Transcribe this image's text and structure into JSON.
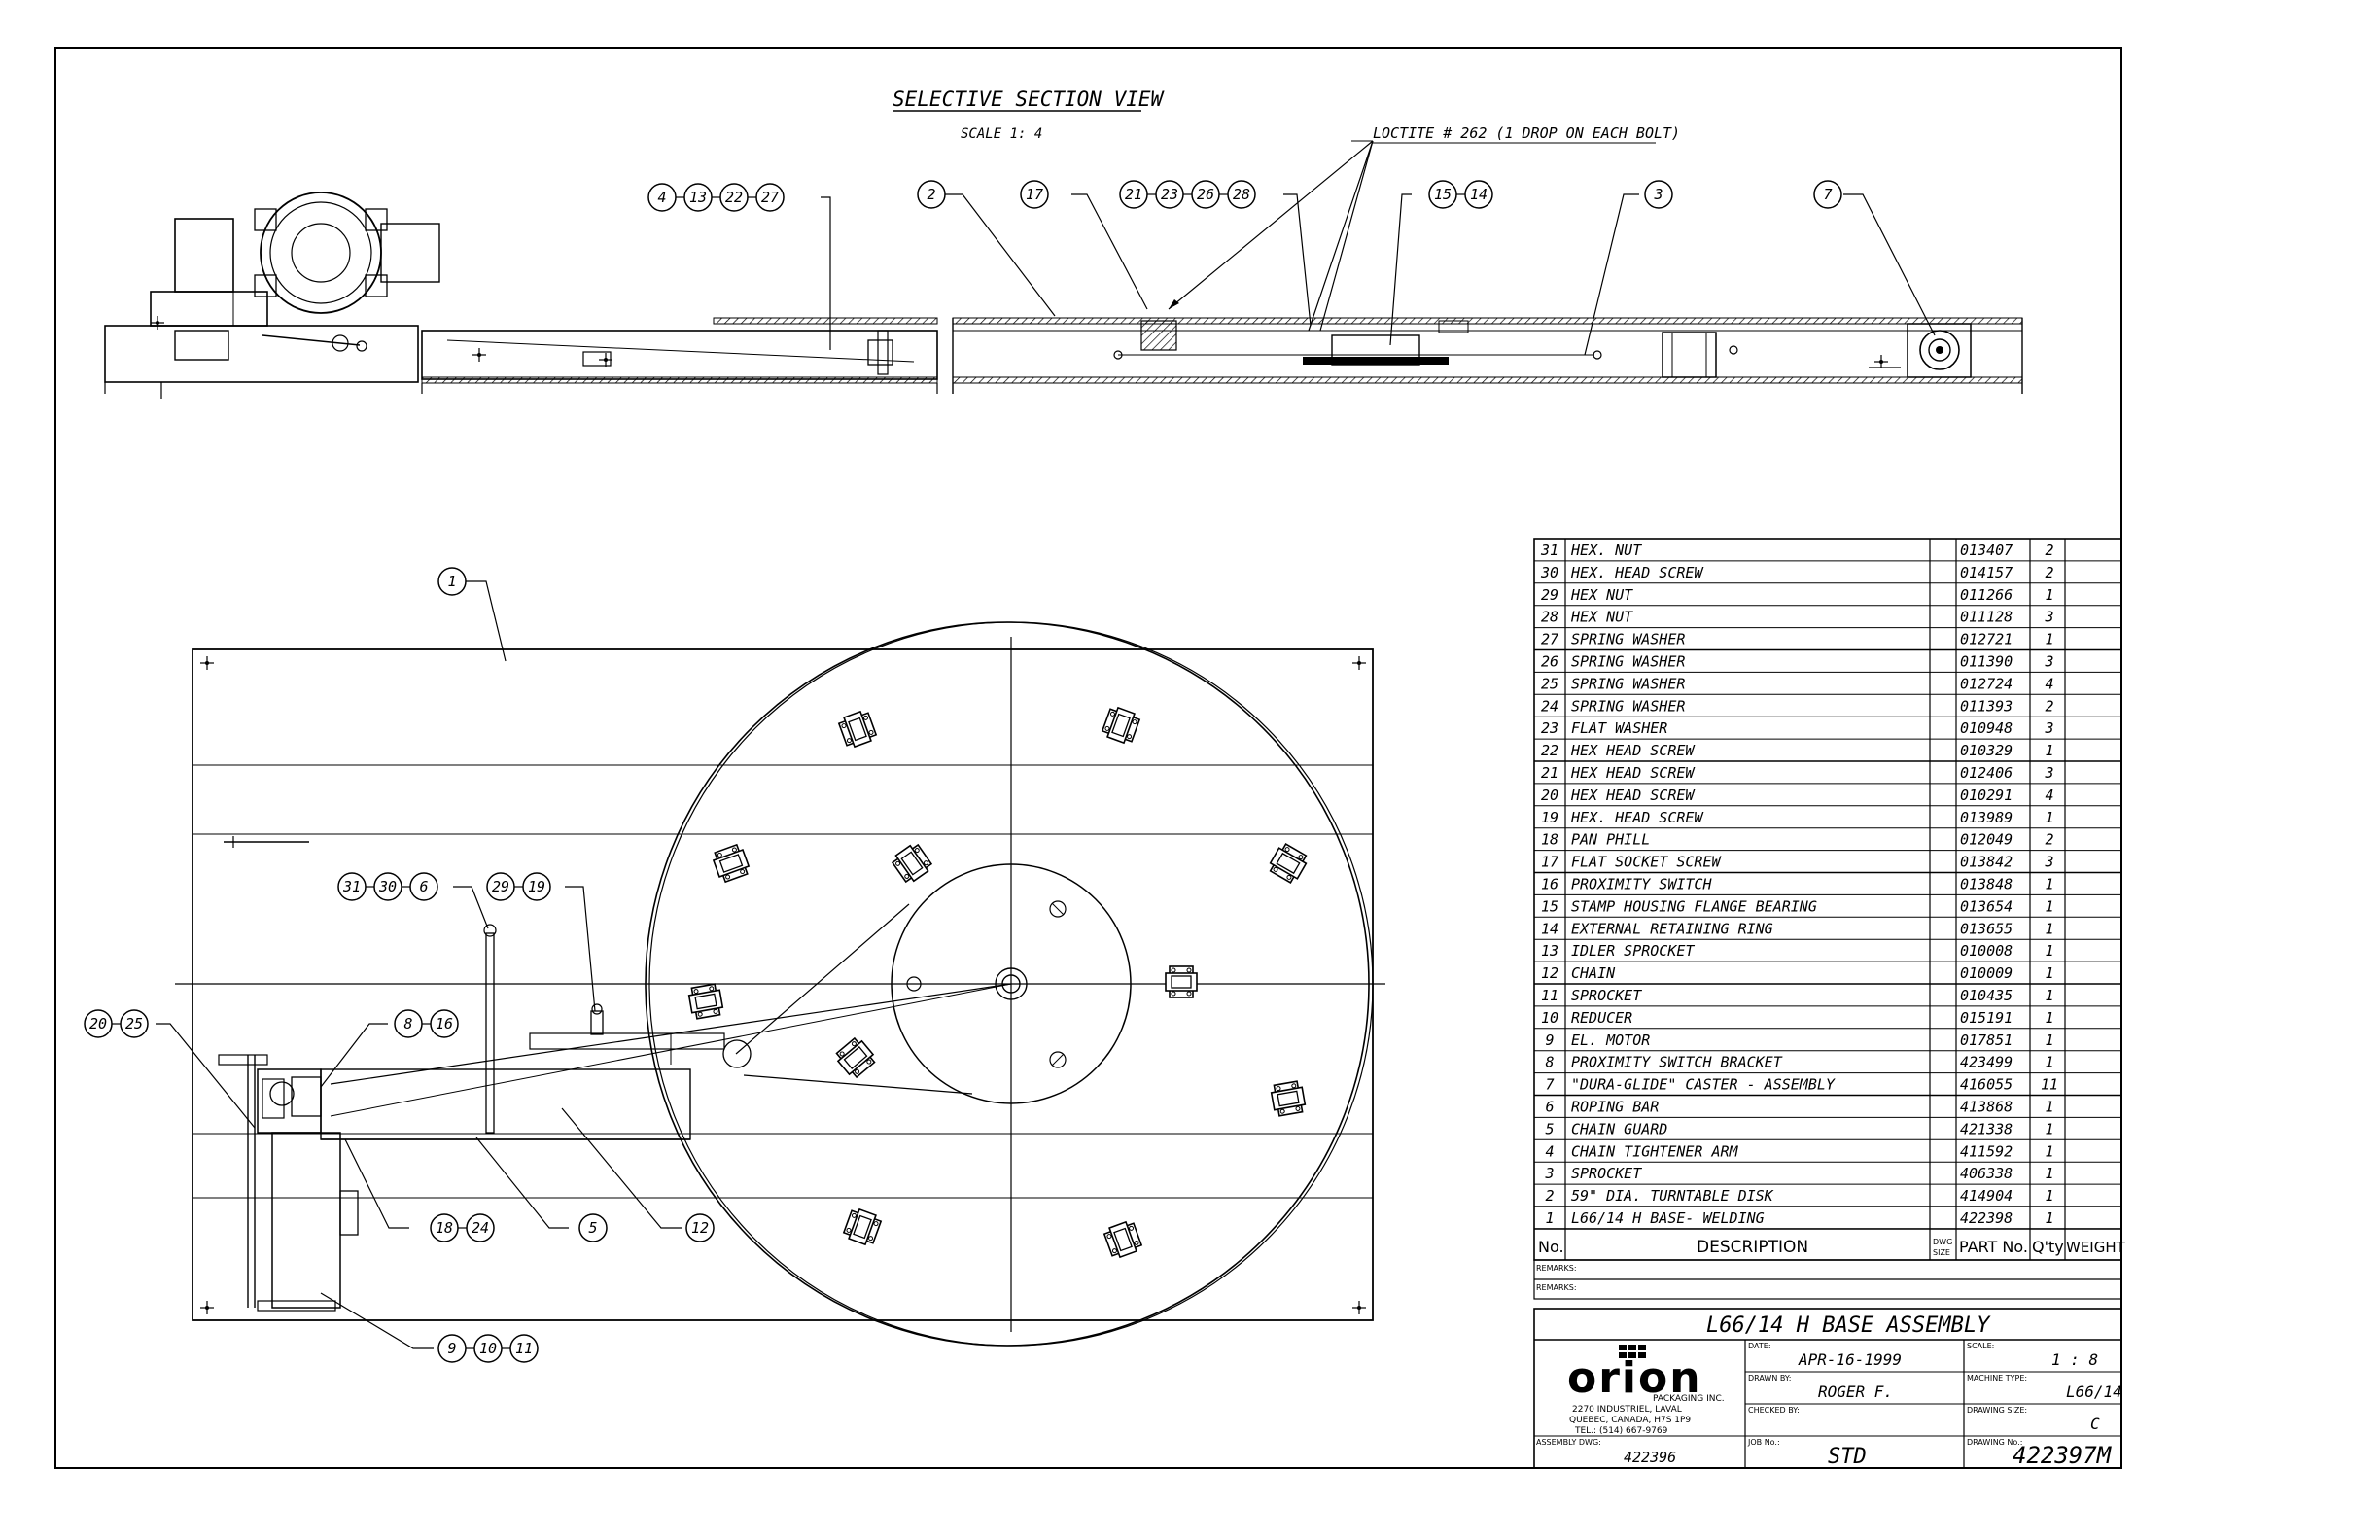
{
  "section": {
    "title": "SELECTIVE SECTION VIEW",
    "scale": "SCALE 1: 4",
    "loctite_note": "LOCTITE # 262 (1 DROP ON EACH BOLT)",
    "balloon_groups": [
      [
        "4",
        "13",
        "22",
        "27"
      ],
      [
        "2"
      ],
      [
        "17"
      ],
      [
        "21",
        "23",
        "26",
        "28"
      ],
      [
        "15",
        "14"
      ],
      [
        "3"
      ],
      [
        "7"
      ]
    ]
  },
  "plan": {
    "balloon_groups": [
      [
        "1"
      ],
      [
        "31",
        "30",
        "6"
      ],
      [
        "29",
        "19"
      ],
      [
        "20",
        "25"
      ],
      [
        "8",
        "16"
      ],
      [
        "18",
        "24"
      ],
      [
        "5"
      ],
      [
        "12"
      ],
      [
        "9",
        "10",
        "11"
      ]
    ]
  },
  "bom": {
    "headers": {
      "no": "No.",
      "description": "DESCRIPTION",
      "dwg_size": "DWG SIZE",
      "part_no": "PART No.",
      "qty": "Q'ty",
      "weight": "WEIGHT"
    },
    "rows": [
      {
        "no": "31",
        "description": "HEX. NUT",
        "part": "013407",
        "qty": "2"
      },
      {
        "no": "30",
        "description": "HEX. HEAD SCREW",
        "part": "014157",
        "qty": "2"
      },
      {
        "no": "29",
        "description": "HEX NUT",
        "part": "011266",
        "qty": "1"
      },
      {
        "no": "28",
        "description": "HEX NUT",
        "part": "011128",
        "qty": "3"
      },
      {
        "no": "27",
        "description": "SPRING WASHER",
        "part": "012721",
        "qty": "1"
      },
      {
        "no": "26",
        "description": "SPRING WASHER",
        "part": "011390",
        "qty": "3"
      },
      {
        "no": "25",
        "description": "SPRING WASHER",
        "part": "012724",
        "qty": "4"
      },
      {
        "no": "24",
        "description": "SPRING WASHER",
        "part": "011393",
        "qty": "2"
      },
      {
        "no": "23",
        "description": "FLAT WASHER",
        "part": "010948",
        "qty": "3"
      },
      {
        "no": "22",
        "description": "HEX HEAD SCREW",
        "part": "010329",
        "qty": "1"
      },
      {
        "no": "21",
        "description": "HEX HEAD SCREW",
        "part": "012406",
        "qty": "3"
      },
      {
        "no": "20",
        "description": "HEX HEAD SCREW",
        "part": "010291",
        "qty": "4"
      },
      {
        "no": "19",
        "description": "HEX. HEAD SCREW",
        "part": "013989",
        "qty": "1"
      },
      {
        "no": "18",
        "description": "PAN PHILL",
        "part": "012049",
        "qty": "2"
      },
      {
        "no": "17",
        "description": "FLAT SOCKET SCREW",
        "part": "013842",
        "qty": "3"
      },
      {
        "no": "16",
        "description": "PROXIMITY SWITCH",
        "part": "013848",
        "qty": "1"
      },
      {
        "no": "15",
        "description": "STAMP HOUSING FLANGE BEARING",
        "part": "013654",
        "qty": "1"
      },
      {
        "no": "14",
        "description": "EXTERNAL RETAINING RING",
        "part": "013655",
        "qty": "1"
      },
      {
        "no": "13",
        "description": "IDLER SPROCKET",
        "part": "010008",
        "qty": "1"
      },
      {
        "no": "12",
        "description": "CHAIN",
        "part": "010009",
        "qty": "1"
      },
      {
        "no": "11",
        "description": "SPROCKET",
        "part": "010435",
        "qty": "1"
      },
      {
        "no": "10",
        "description": "REDUCER",
        "part": "015191",
        "qty": "1"
      },
      {
        "no": "9",
        "description": "EL. MOTOR",
        "part": "017851",
        "qty": "1"
      },
      {
        "no": "8",
        "description": "PROXIMITY SWITCH BRACKET",
        "part": "423499",
        "qty": "1"
      },
      {
        "no": "7",
        "description": "\"DURA-GLIDE\" CASTER - ASSEMBLY",
        "part": "416055",
        "qty": "11"
      },
      {
        "no": "6",
        "description": "ROPING BAR",
        "part": "413868",
        "qty": "1"
      },
      {
        "no": "5",
        "description": "CHAIN GUARD",
        "part": "421338",
        "qty": "1"
      },
      {
        "no": "4",
        "description": "CHAIN TIGHTENER ARM",
        "part": "411592",
        "qty": "1"
      },
      {
        "no": "3",
        "description": "SPROCKET",
        "part": "406338",
        "qty": "1"
      },
      {
        "no": "2",
        "description": "59\" DIA. TURNTABLE DISK",
        "part": "414904",
        "qty": "1"
      },
      {
        "no": "1",
        "description": "L66/14 H BASE- WELDING",
        "part": "422398",
        "qty": "1"
      }
    ],
    "remarks_label": "REMARKS:"
  },
  "title_block": {
    "title": "L66/14 H BASE ASSEMBLY",
    "logo": "orion",
    "company": "PACKAGING INC.",
    "address1": "2270 INDUSTRIEL, LAVAL",
    "address2": "QUEBEC, CANADA, H7S 1P9",
    "tel": "TEL.: (514) 667-9769",
    "assembly_dwg_label": "ASSEMBLY DWG:",
    "assembly_dwg": "422396",
    "date_label": "DATE:",
    "date": "APR-16-1999",
    "drawn_by_label": "DRAWN BY:",
    "drawn_by": "ROGER F.",
    "checked_by_label": "CHECKED BY:",
    "checked_by": "",
    "job_no_label": "JOB No.:",
    "job_no": "STD",
    "scale_label": "SCALE:",
    "scale": "1 : 8",
    "machine_type_label": "MACHINE TYPE:",
    "machine_type": "L66/14",
    "drawing_size_label": "DRAWING SIZE:",
    "drawing_size": "C",
    "drawing_no_label": "DRAWING No.:",
    "drawing_no": "422397M"
  }
}
